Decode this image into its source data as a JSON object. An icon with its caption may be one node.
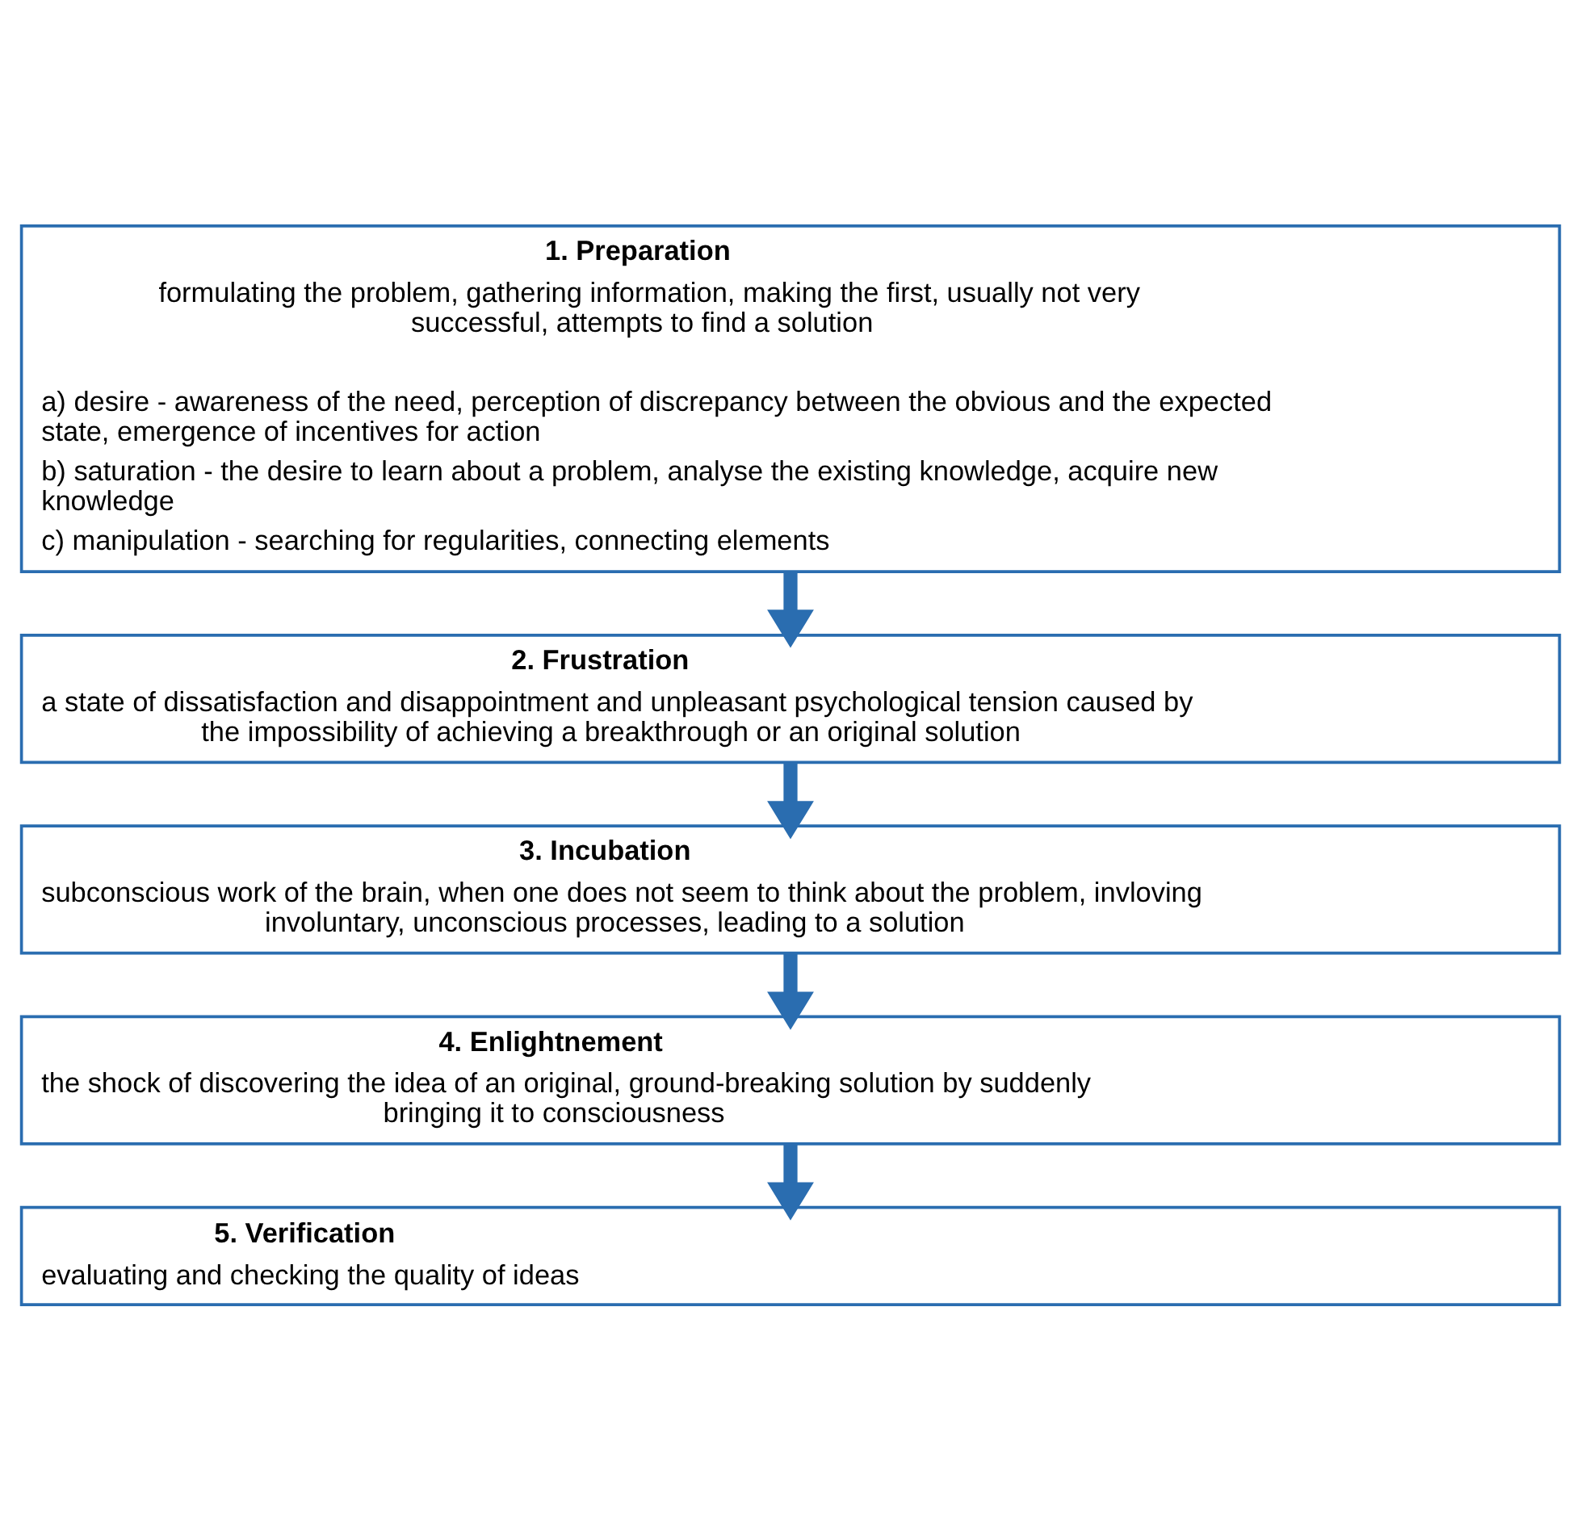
{
  "diagram": {
    "nodes": [
      {
        "text": [
          "1. Preparation",
          "formulating the problem, gathering information, making the first, usually not very successful, attempts to find a solution",
          "a) desire - awareness of the need, perception of discrepancy between the obvious and the expected state, emergence of incentives for action",
          "b) saturation - the desire to learn about a problem, analyse the existing knowledge, acquire new knowledge",
          "c) manipulation - searching for regularities, connecting elements"
        ]
      },
      {
        "text": [
          "2. Frustration",
          "a state of dissatisfaction and disappointment and unpleasant psychological tension caused by the impossibility of achieving a breakthrough or an original solution"
        ]
      },
      {
        "text": [
          "3. Incubation",
          "subconscious work of the brain, when one does not seem to think about the problem, invloving involuntary, unconscious processes, leading to a solution"
        ]
      },
      {
        "text": [
          "4. Enlightnement",
          "the shock of discovering the idea of an original, ground-breaking solution by suddenly bringing it to consciousness"
        ]
      },
      {
        "text": [
          "5. Verification",
          "evaluating and checking the quality of ideas"
        ]
      }
    ],
    "edges": [
      {
        "from": 0,
        "to": 1,
        "arrow": "to"
      },
      {
        "from": 1,
        "to": 2,
        "arrow": "to"
      },
      {
        "from": 2,
        "to": 3,
        "arrow": "to"
      },
      {
        "from": 3,
        "to": 4,
        "arrow": "to"
      }
    ]
  }
}
